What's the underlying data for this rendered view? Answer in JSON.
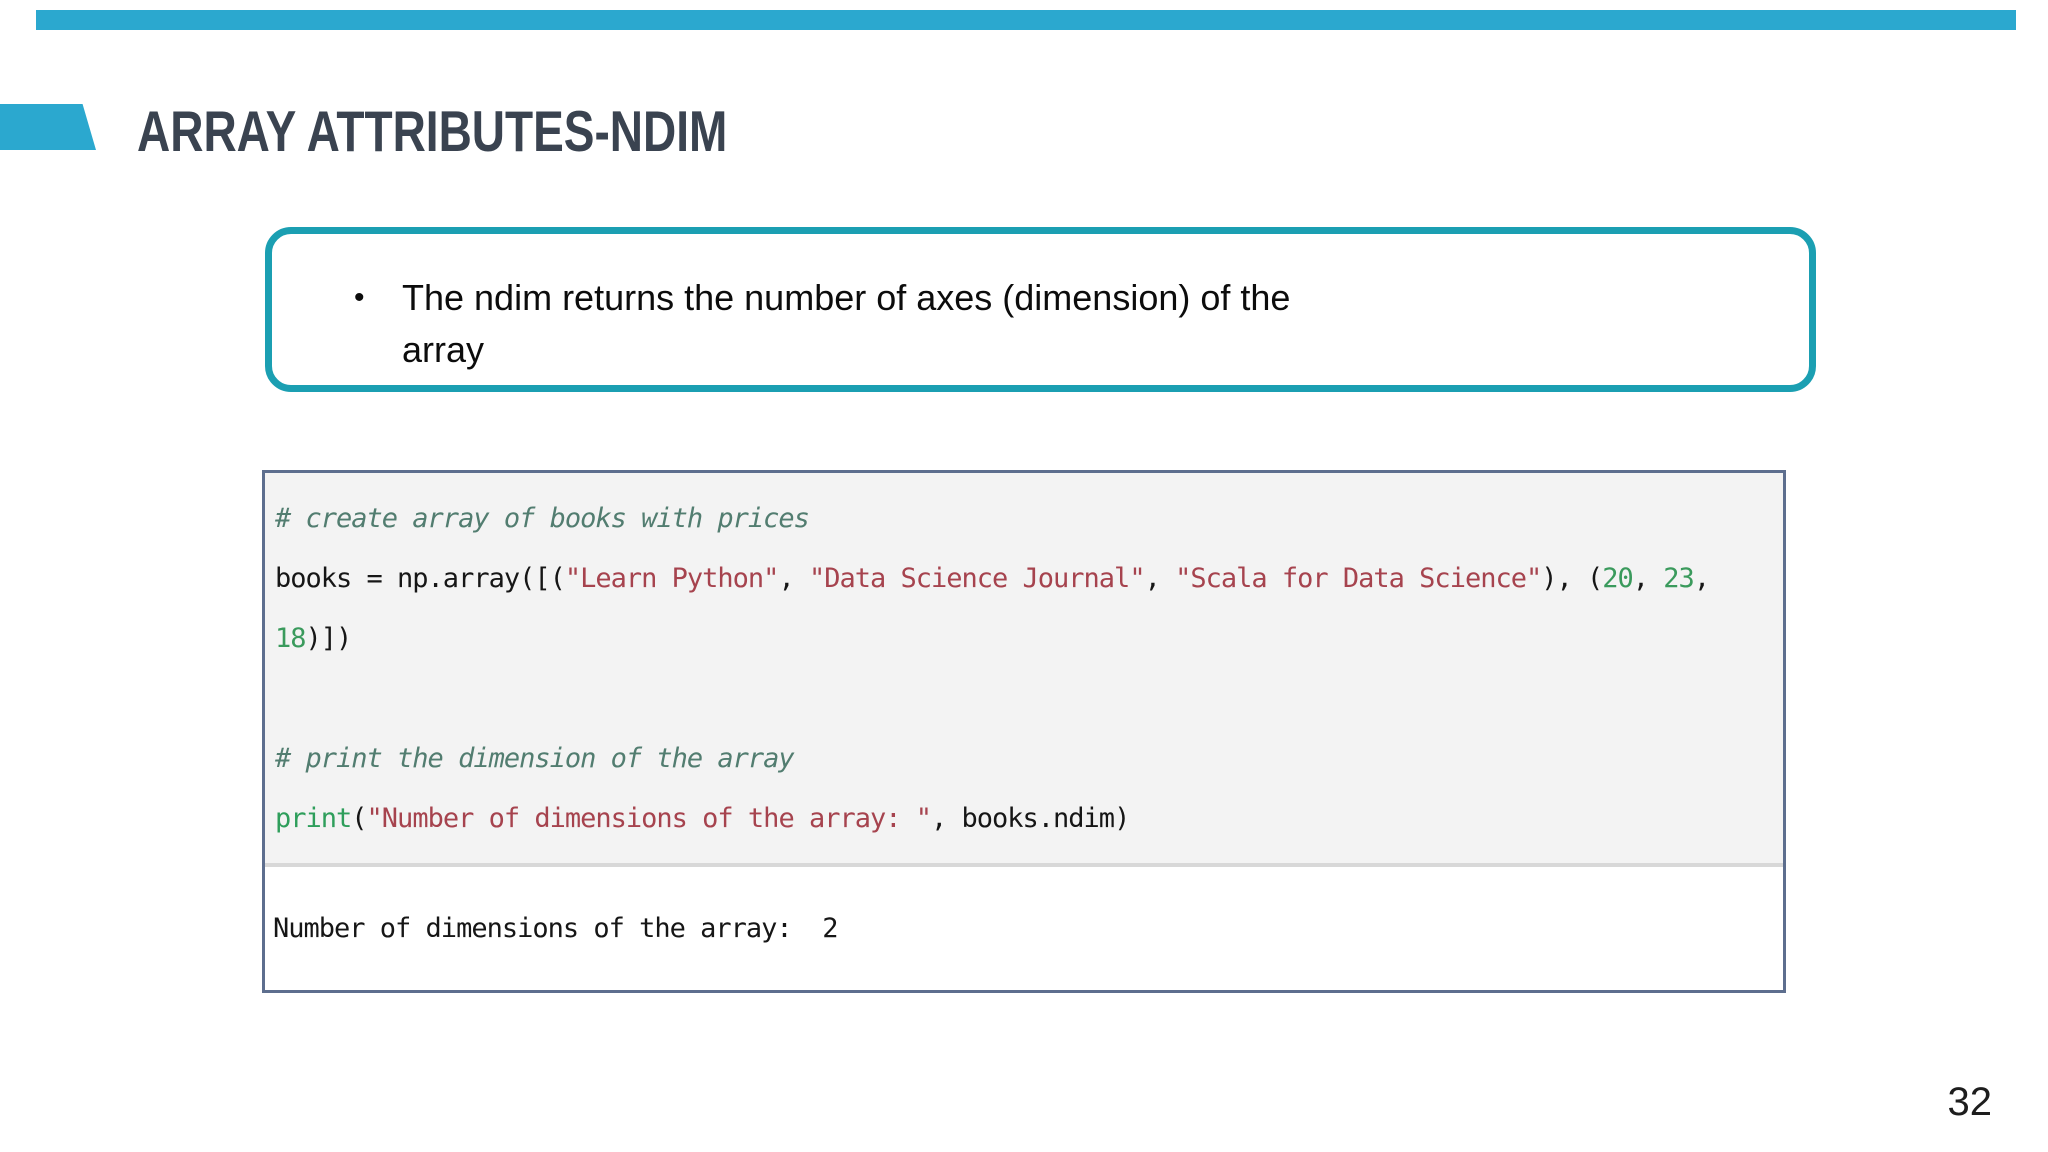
{
  "slide": {
    "title": "ARRAY ATTRIBUTES-NDIM",
    "page_number": "32",
    "accent_color": "#2BA8CF",
    "callout_border_color": "#1B9FB2",
    "code_border_color": "#5D6E8E",
    "code_background_color": "#F3F3F3"
  },
  "callout": {
    "bullet": "•",
    "text_line1": "The ndim returns the number of axes (dimension) of the",
    "text_line2": "array"
  },
  "code_cell": {
    "comment1": "# create array of books with prices",
    "l2_pre": "books = np.array([(",
    "l2_s1": "\"Learn Python\"",
    "l2_c1": ", ",
    "l2_s2": "\"Data Science Journal\"",
    "l2_c2": ", ",
    "l2_s3": "\"Scala for Data Science\"",
    "l2_mid": "), (",
    "l2_n1": "20",
    "l2_c3": ", ",
    "l2_n2": "23",
    "l2_c4": ", ",
    "l2_n3": "18",
    "l2_end": ")])",
    "comment2": "# print the dimension of the array",
    "l4_kw": "print",
    "l4_p1": "(",
    "l4_s1": "\"Number of dimensions of the array: \"",
    "l4_end": ", books.ndim)",
    "output": "Number of dimensions of the array:  2"
  }
}
